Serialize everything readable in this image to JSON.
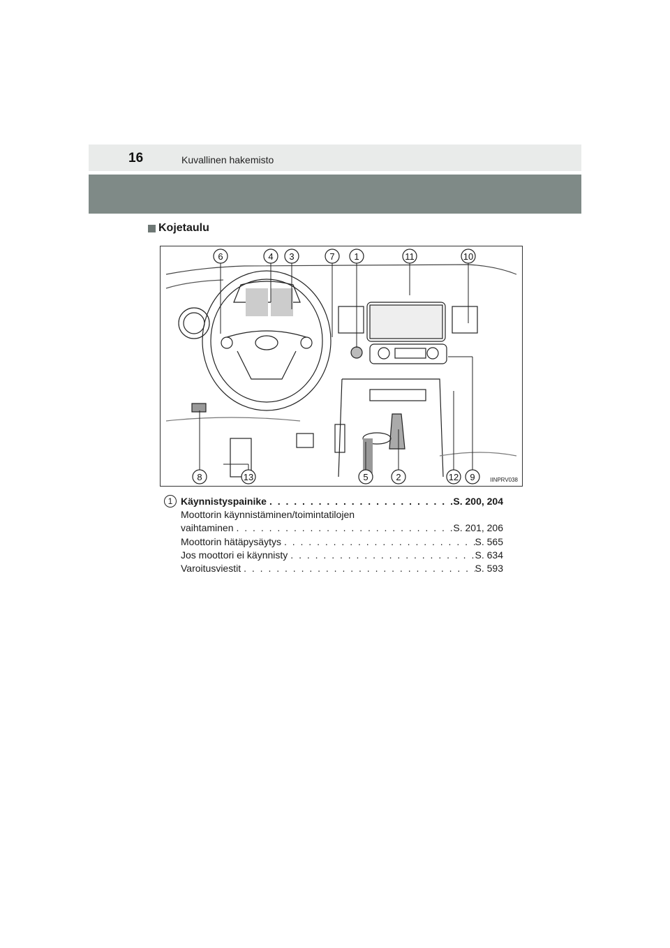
{
  "header": {
    "page_number": "16",
    "chapter_title": "Kuvallinen hakemisto"
  },
  "section": {
    "title": "Kojetaulu"
  },
  "figure": {
    "image_code": "IINPRV038",
    "callouts_top": [
      "6",
      "4",
      "3",
      "7",
      "1",
      "11",
      "10"
    ],
    "callouts_bottom": [
      "8",
      "13",
      "5",
      "2",
      "12",
      "9"
    ]
  },
  "entry": {
    "number": "1",
    "title": "Käynnistyspainike",
    "title_ref": "S. 200, 204",
    "lines": [
      {
        "label": "Moottorin käynnistäminen/toimintatilojen",
        "ref": ""
      },
      {
        "label": "vaihtaminen",
        "ref": "S. 201, 206"
      },
      {
        "label": "Moottorin hätäpysäytys",
        "ref": "S. 565"
      },
      {
        "label": "Jos moottori ei käynnisty",
        "ref": "S. 634"
      },
      {
        "label": "Varoitusviestit",
        "ref": "S. 593"
      }
    ]
  },
  "colors": {
    "header_light": "#e9ebea",
    "header_dark": "#7f8a87",
    "section_marker": "#6e7875"
  }
}
